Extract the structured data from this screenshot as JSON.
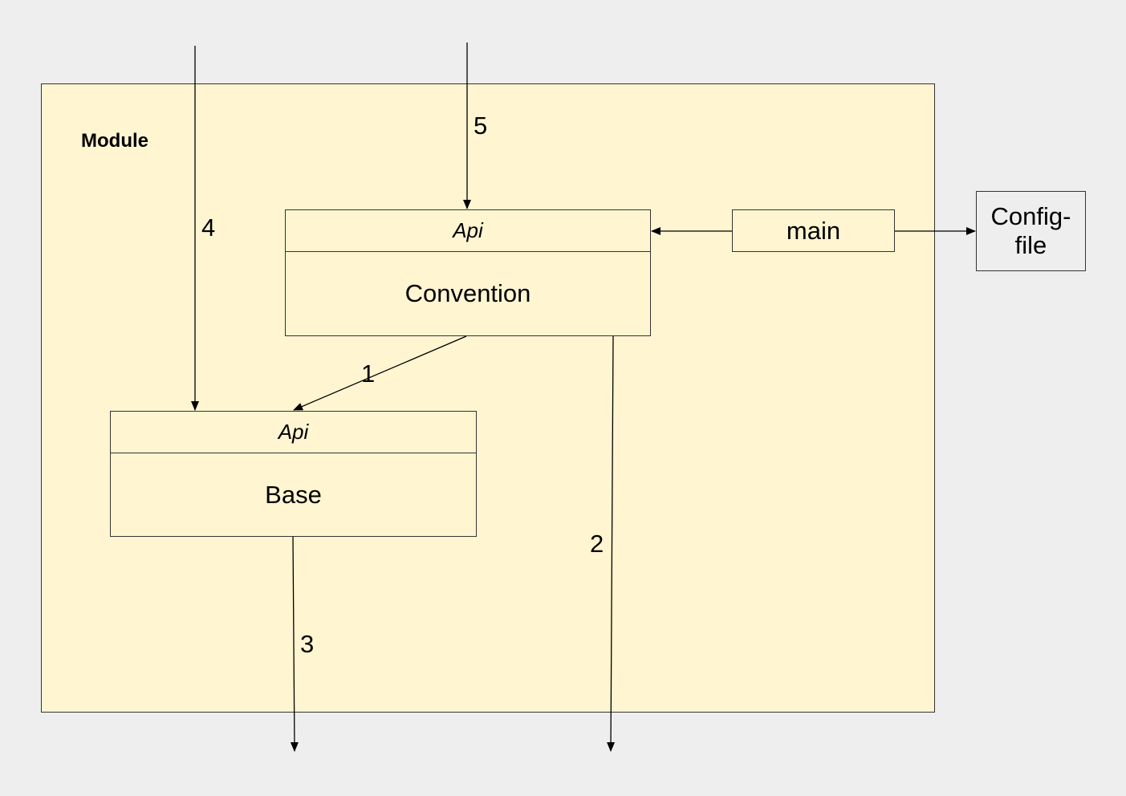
{
  "module": {
    "label": "Module"
  },
  "components": {
    "convention": {
      "api": "Api",
      "name": "Convention"
    },
    "base": {
      "api": "Api",
      "name": "Base"
    }
  },
  "main": {
    "label": "main"
  },
  "config": {
    "label": "Config-\nfile"
  },
  "edges": {
    "e1": "1",
    "e2": "2",
    "e3": "3",
    "e4": "4",
    "e5": "5"
  },
  "colors": {
    "module_fill": "#fff5d1",
    "background": "#eeeeee",
    "line": "#000000"
  }
}
